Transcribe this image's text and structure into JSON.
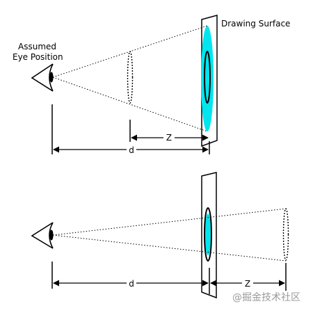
{
  "labels": {
    "eye_position_line1": "Assumed",
    "eye_position_line2": "Eye Position",
    "drawing_surface": "Drawing Surface",
    "z_top": "Z",
    "d_top": "d",
    "d_bottom": "d",
    "z_bottom": "Z"
  },
  "watermark": {
    "text": "@掘金技术社区"
  },
  "colors": {
    "line": "#000000",
    "projection_fill": "#00e5ee",
    "watermark": "#9a9a9a",
    "background": "#ffffff"
  }
}
